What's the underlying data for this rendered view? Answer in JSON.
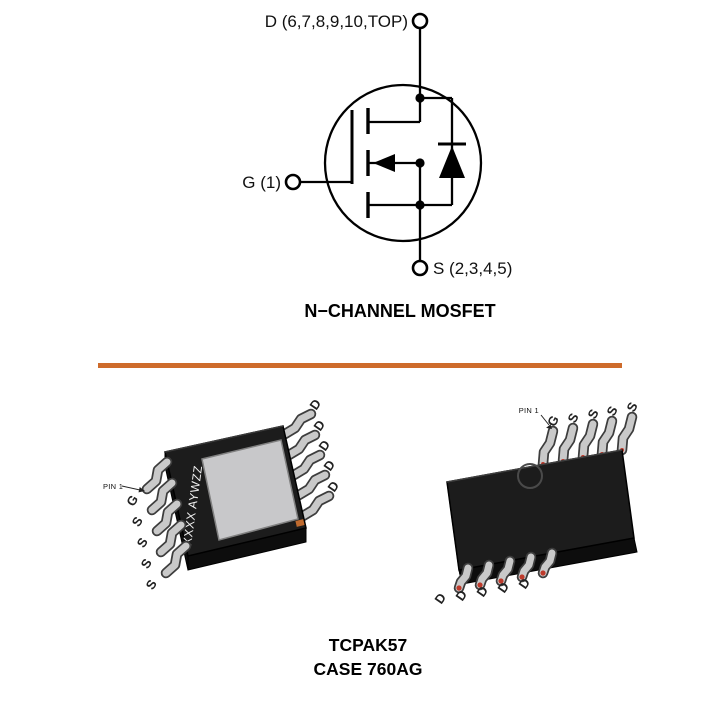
{
  "figure": {
    "symbol": {
      "drain_label": "D (6,7,8,9,10,TOP)",
      "gate_label": "G (1)",
      "source_label": "S (2,3,4,5)",
      "caption": "N−CHANNEL MOSFET"
    },
    "packages": {
      "left": {
        "pin1_label": "PIN 1",
        "marking": "XXXX AYWZZ",
        "top_pins": [
          "D",
          "D",
          "D",
          "D",
          "D"
        ],
        "bottom_pins": [
          "G",
          "S",
          "S",
          "S",
          "S"
        ]
      },
      "right": {
        "pin1_label": "PIN 1",
        "top_pins": [
          "G",
          "S",
          "S",
          "S",
          "S"
        ],
        "bottom_pins": [
          "D",
          "D",
          "D",
          "D",
          "D"
        ]
      },
      "case_name": "TCPAK57",
      "case_number": "CASE 760AG"
    }
  },
  "colors": {
    "divider": "#CE6B2B",
    "package_body": "#1C1C1C",
    "package_side": "#0D0D0D",
    "package_pad": "#C8C8CA",
    "lead_silver": "#C9C9C9",
    "lead_edge": "#3D3D3D",
    "accent_red": "#BE3A2B"
  }
}
